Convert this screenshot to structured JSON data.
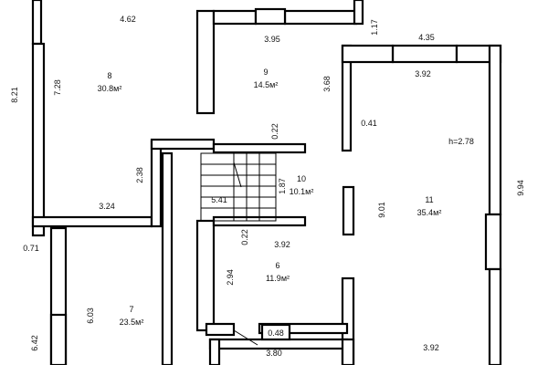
{
  "plan": {
    "rooms": [
      {
        "id": "8",
        "number": "8",
        "area": "30.8м²"
      },
      {
        "id": "9",
        "number": "9",
        "area": "14.5м²"
      },
      {
        "id": "10",
        "number": "10",
        "area": "10.1м²"
      },
      {
        "id": "11",
        "number": "11",
        "area": "35.4м²"
      },
      {
        "id": "6",
        "number": "6",
        "area": "11.9м²"
      },
      {
        "id": "7",
        "number": "7",
        "area": "23.5м²"
      }
    ],
    "dimensions": {
      "d462": "4.62",
      "d821": "8.21",
      "d728": "7.28",
      "d395": "3.95",
      "d117": "1.17",
      "d435": "4.35",
      "d392_top": "3.92",
      "d368": "3.68",
      "d041": "0.41",
      "d022_top": "0.22",
      "d238": "2.38",
      "d324": "3.24",
      "d187": "1.87",
      "d541": "5.41",
      "d901": "9.01",
      "d994": "9.94",
      "d022_mid": "0.22",
      "d392_mid": "3.92",
      "d071": "0.71",
      "d294": "2.94",
      "d603": "6.03",
      "d642": "6.42",
      "d048": "0.48",
      "d380": "3.80",
      "d392_bottom": "3.92"
    },
    "height_note": "h=2.78"
  }
}
